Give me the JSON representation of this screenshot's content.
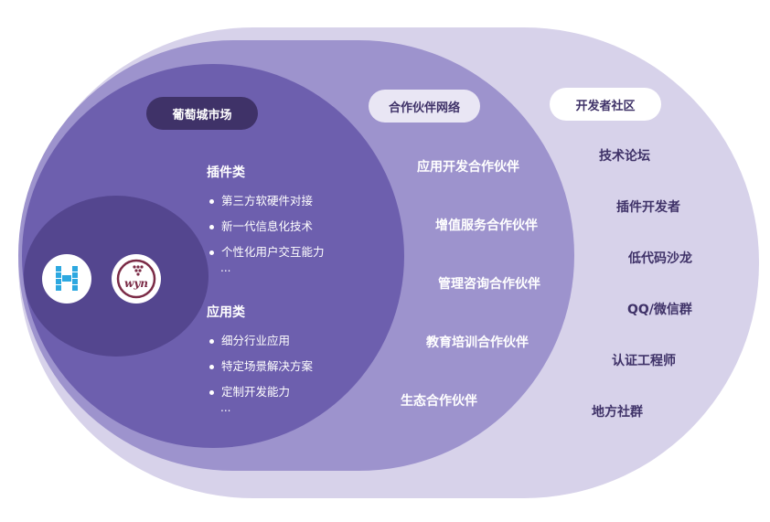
{
  "colors": {
    "outer": "#d7d2ea",
    "middle": "#9d93cd",
    "inner": "#6d5fae",
    "core": "#54468f",
    "dark_pill": "#3f3268",
    "h_logo": "#2da8e0",
    "wyn_logo": "#7b2b46"
  },
  "logos": {
    "h_logo": "H",
    "wyn_logo": "wyn"
  },
  "inner": {
    "label": "葡萄城市场",
    "plugin": {
      "title": "插件类",
      "items": [
        "第三方软硬件对接",
        "新一代信息化技术",
        "个性化用户交互能力"
      ],
      "more": "..."
    },
    "app": {
      "title": "应用类",
      "items": [
        "细分行业应用",
        "特定场景解决方案",
        "定制开发能力"
      ],
      "more": "..."
    }
  },
  "middle": {
    "label": "合作伙伴网络",
    "items": [
      "应用开发合作伙伴",
      "增值服务合作伙伴",
      "管理咨询合作伙伴",
      "教育培训合作伙伴",
      "生态合作伙伴"
    ]
  },
  "outer": {
    "label": "开发者社区",
    "items": [
      "技术论坛",
      "插件开发者",
      "低代码沙龙",
      "QQ/微信群",
      "认证工程师",
      "地方社群"
    ]
  }
}
